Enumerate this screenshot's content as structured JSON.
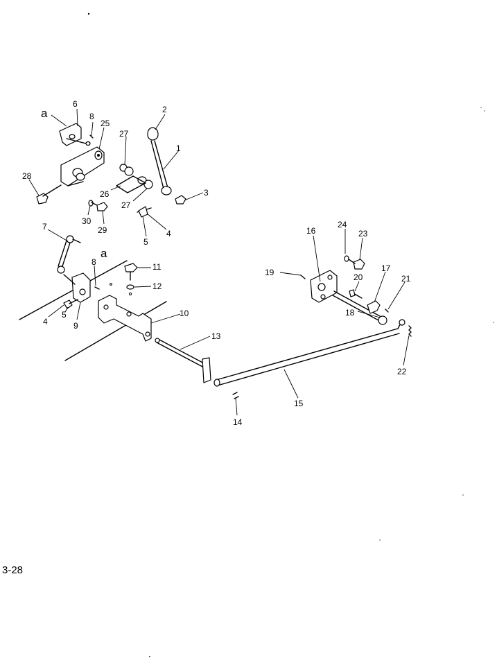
{
  "diagram": {
    "ref_letter": "a",
    "part_numbers": [
      "1",
      "2",
      "3",
      "4",
      "5",
      "6",
      "7",
      "8",
      "9",
      "10",
      "11",
      "12",
      "13",
      "14",
      "15",
      "16",
      "17",
      "18",
      "19",
      "20",
      "21",
      "22",
      "23",
      "24",
      "25",
      "26",
      "27",
      "28",
      "29",
      "30"
    ]
  },
  "page_number": "3-28"
}
